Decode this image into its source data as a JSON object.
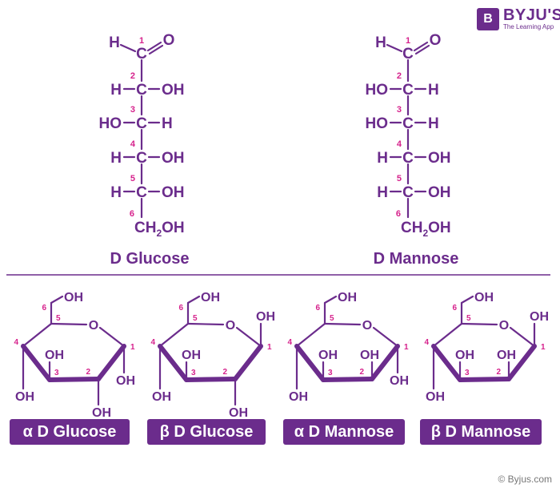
{
  "brand": {
    "name": "BYJU'S",
    "tagline": "The Learning App",
    "mark": "B",
    "color": "#6b2c8c"
  },
  "credit": "© Byjus.com",
  "fischer": [
    {
      "title": "D Glucose",
      "top": {
        "h": "H",
        "o": "O"
      },
      "rows": [
        {
          "left": "H",
          "right": "OH"
        },
        {
          "left": "HO",
          "right": "H"
        },
        {
          "left": "H",
          "right": "OH"
        },
        {
          "left": "H",
          "right": "OH"
        }
      ],
      "bottom": {
        "main": "CH",
        "sub": "2",
        "tail": "OH"
      }
    },
    {
      "title": "D Mannose",
      "top": {
        "h": "H",
        "o": "O"
      },
      "rows": [
        {
          "left": "HO",
          "right": "H"
        },
        {
          "left": "HO",
          "right": "H"
        },
        {
          "left": "H",
          "right": "OH"
        },
        {
          "left": "H",
          "right": "OH"
        }
      ],
      "bottom": {
        "main": "CH",
        "sub": "2",
        "tail": "OH"
      }
    }
  ],
  "carbon_label": "C",
  "carbon_numbers": [
    "1",
    "2",
    "3",
    "4",
    "5",
    "6"
  ],
  "ring_oxygen": "O",
  "hydroxyl": "OH",
  "rings": [
    {
      "label": "α D Glucose",
      "c1": "down",
      "c2": "down"
    },
    {
      "label": "β D Glucose",
      "c1": "up",
      "c2": "down"
    },
    {
      "label": "α D Mannose",
      "c1": "down",
      "c2": "up"
    },
    {
      "label": "β D Mannose",
      "c1": "up",
      "c2": "up"
    }
  ],
  "colors": {
    "structure": "#6b2c8c",
    "numbers": "#d6228c",
    "pill_text": "#ffffff"
  }
}
